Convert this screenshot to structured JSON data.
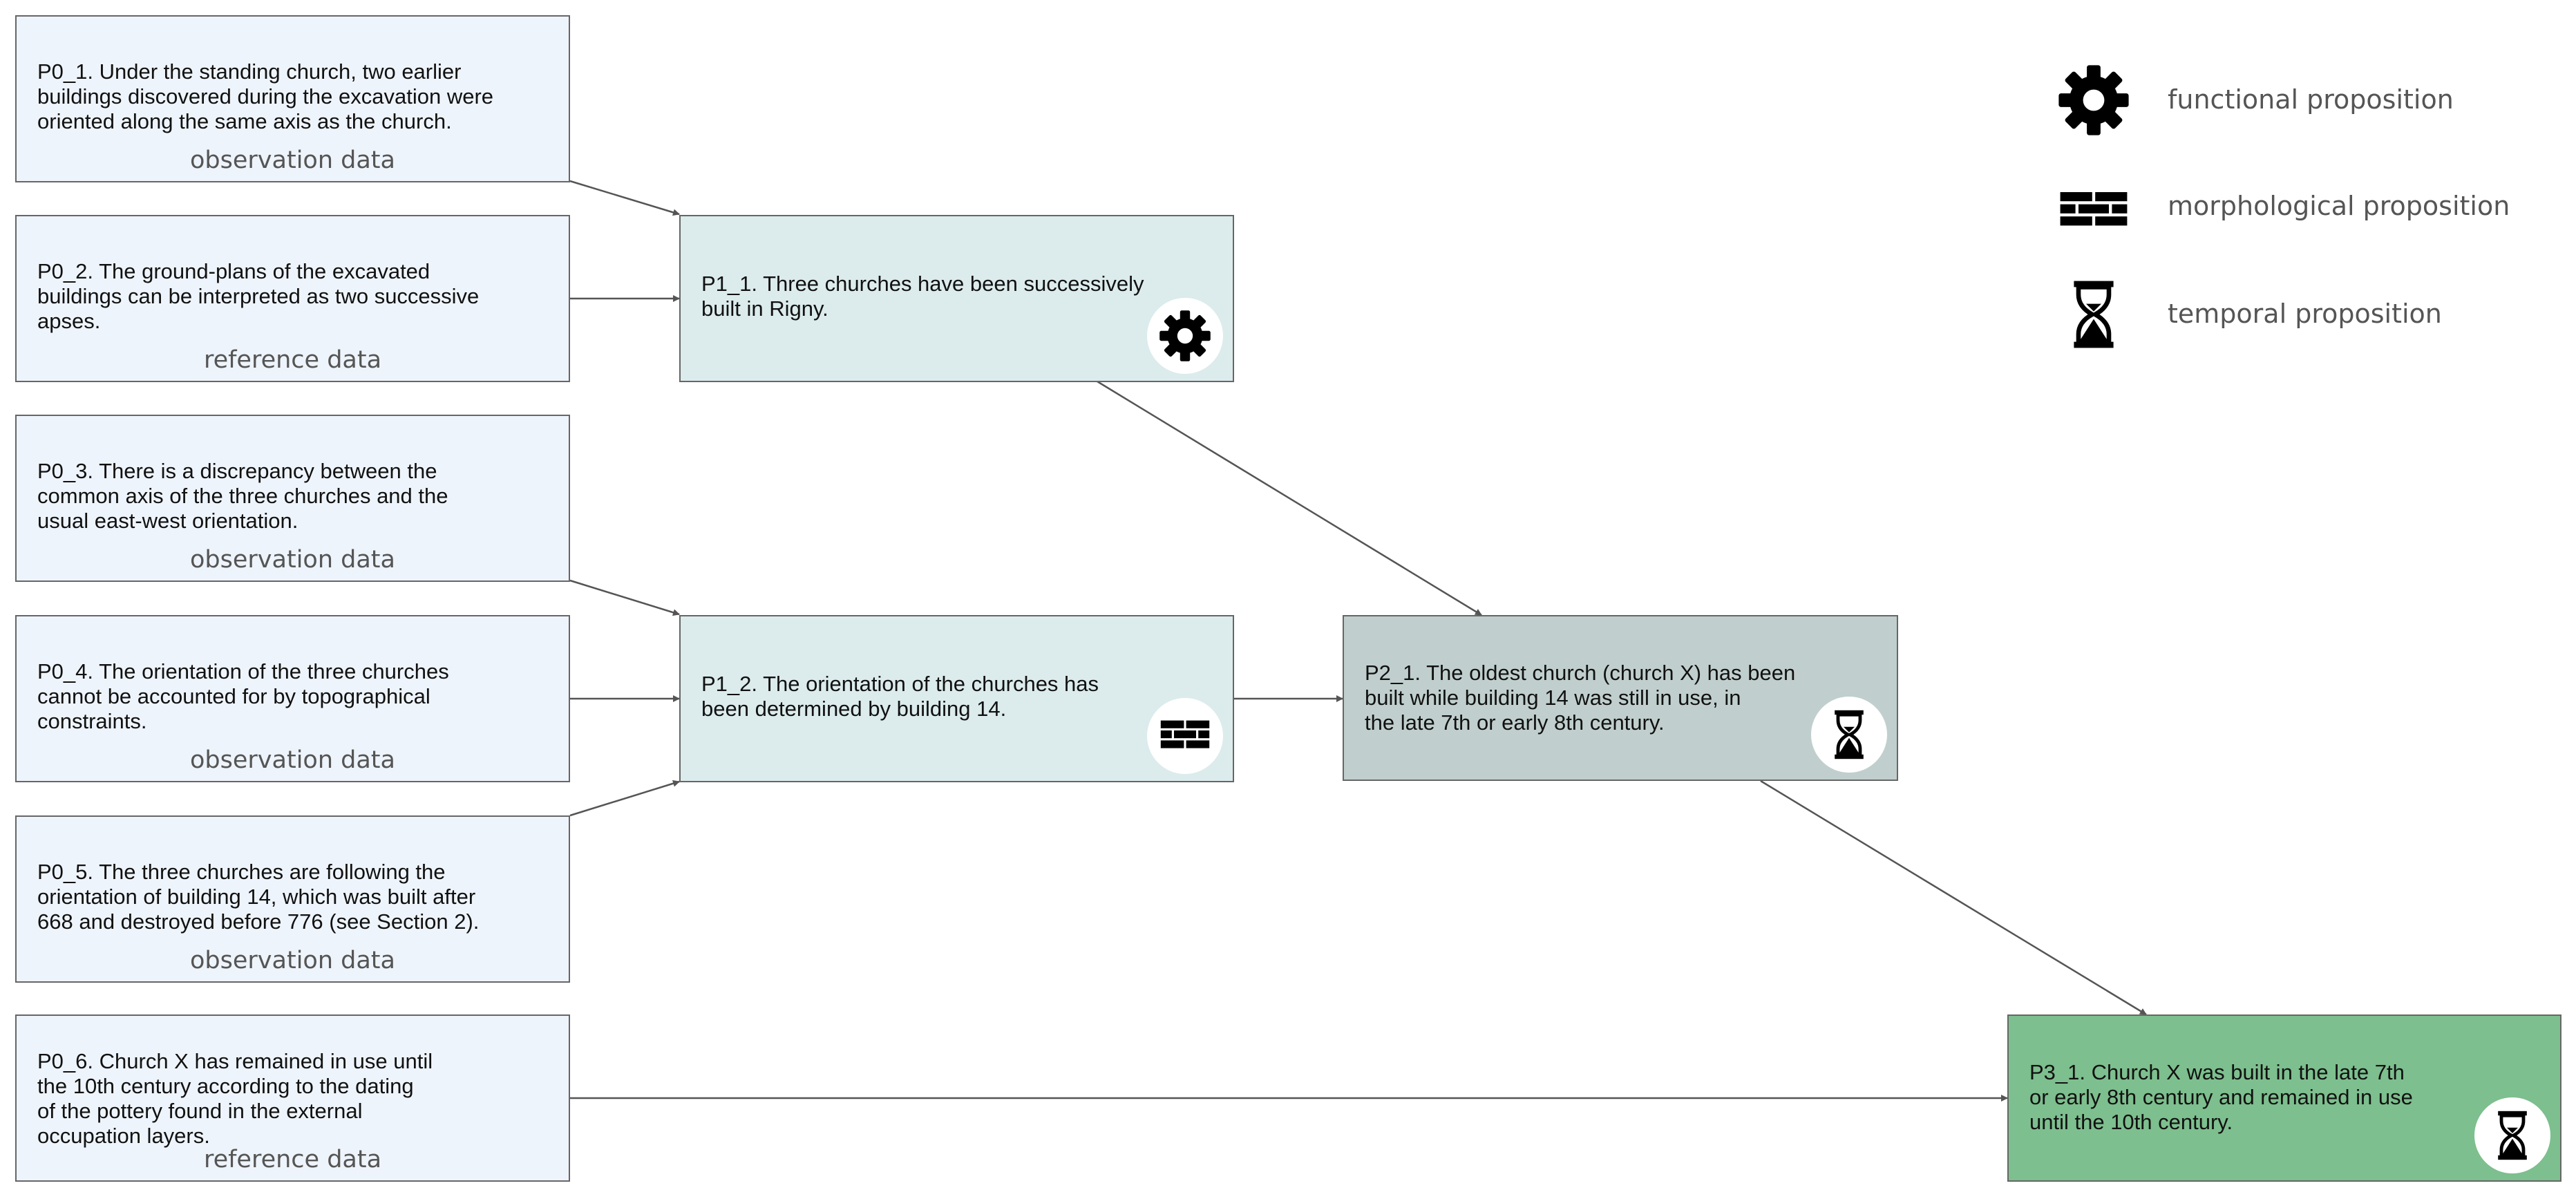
{
  "observations": [
    {
      "id": "p0-1",
      "text": "P0_1. Under the standing church, two earlier\nbuildings discovered during the excavation were\noriented along the same axis as the church.",
      "tag": "observation data"
    },
    {
      "id": "p0-2",
      "text": "P0_2. The ground-plans of the excavated\nbuildings can be interpreted as two successive\napses.",
      "tag": "reference data"
    },
    {
      "id": "p0-3",
      "text": "P0_3. There is a discrepancy between the\ncommon axis of the three churches and the\nusual east-west orientation.",
      "tag": "observation data"
    },
    {
      "id": "p0-4",
      "text": "P0_4. The orientation of the three churches\ncannot be accounted for by topographical\nconstraints.",
      "tag": "observation data"
    },
    {
      "id": "p0-5",
      "text": "P0_5. The three churches are following the\norientation of building 14, which was built after\n668 and destroyed before 776 (see Section 2).",
      "tag": "observation data"
    },
    {
      "id": "p0-6",
      "text": "P0_6. Church X has remained in use until\nthe 10th century according to the dating\nof the pottery found in the external\noccupation layers.",
      "tag": "reference data"
    }
  ],
  "propositions": {
    "p1_1": {
      "text": "P1_1. Three churches have been successively\nbuilt in Rigny.",
      "icon": "gear-icon"
    },
    "p1_2": {
      "text": "P1_2. The orientation of the churches has\nbeen determined by building 14.",
      "icon": "brick-wall-icon"
    },
    "p2_1": {
      "text": "P2_1. The oldest church (church X) has been\nbuilt while building 14 was still in use, in\nthe late 7th or early 8th century.",
      "icon": "hourglass-icon"
    },
    "p3_1": {
      "text": "P3_1. Church X was built in the late 7th\nor early 8th century and remained in use\nuntil the 10th century.",
      "icon": "hourglass-icon"
    }
  },
  "legend": [
    {
      "icon": "gear-icon",
      "label": "functional proposition"
    },
    {
      "icon": "brick-wall-icon",
      "label": "morphological proposition"
    },
    {
      "icon": "hourglass-icon",
      "label": "temporal proposition"
    }
  ],
  "colors": {
    "observation_fill": "#eef4fb",
    "p1_fill": "#dcebec",
    "p2_fill": "#c0cfcd",
    "p3_fill": "#7dbf8e",
    "border": "#666666",
    "edge": "#555555"
  }
}
